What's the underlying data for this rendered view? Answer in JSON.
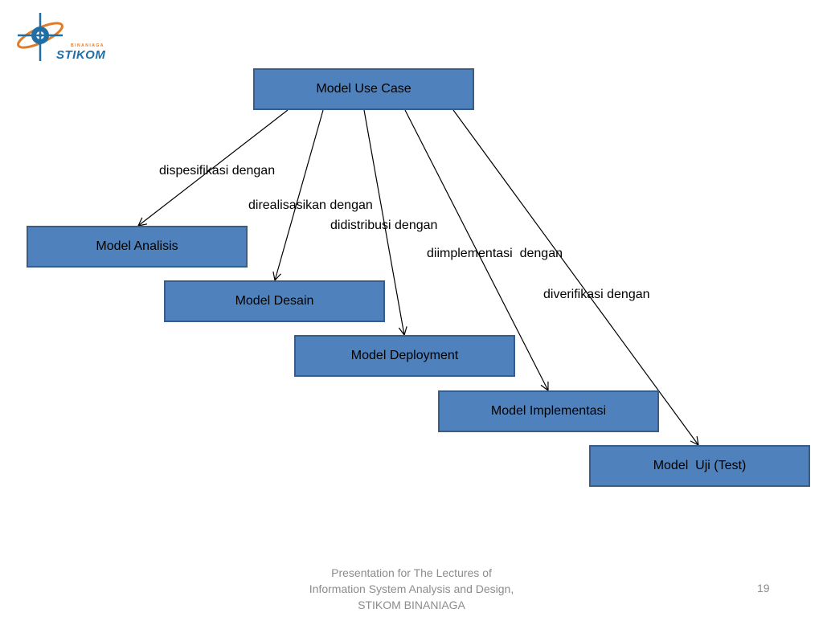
{
  "logo": {
    "text": "STIKOM",
    "subtext": "BINANIAGA",
    "colors": {
      "blue": "#1f6fa6",
      "orange": "#e07b28"
    }
  },
  "diagram": {
    "root": "Model Use Case",
    "nodes": [
      "Model Analisis",
      "Model Desain",
      "Model Deployment",
      "Model Implementasi",
      "Model  Uji (Test)"
    ],
    "edges": [
      {
        "from": "Model Use Case",
        "to": "Model Analisis",
        "label": "dispesifikasi dengan"
      },
      {
        "from": "Model Use Case",
        "to": "Model Desain",
        "label": "direalisasikan dengan"
      },
      {
        "from": "Model Use Case",
        "to": "Model Deployment",
        "label": "didistribusi dengan"
      },
      {
        "from": "Model Use Case",
        "to": "Model Implementasi",
        "label": "diimplementasi  dengan"
      },
      {
        "from": "Model Use Case",
        "to": "Model  Uji (Test)",
        "label": "diverifikasi dengan"
      }
    ],
    "colors": {
      "box_fill": "#4f81bd",
      "box_border": "#385d8a",
      "arrow": "#000000"
    }
  },
  "footer": {
    "line1": "Presentation for The Lectures of",
    "line2": "Information System Analysis and Design,",
    "line3": "STIKOM BINANIAGA",
    "page_number": "19"
  }
}
